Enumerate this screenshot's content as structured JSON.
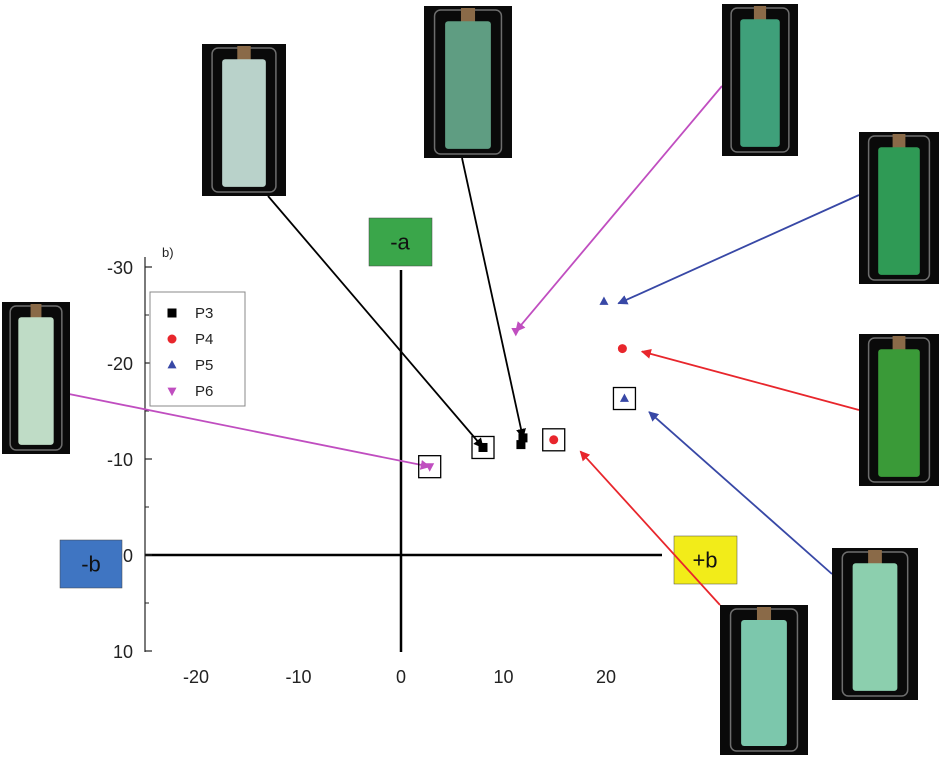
{
  "panel_label": "b)",
  "direction_labels": {
    "neg_a": {
      "text": "-a",
      "color": "#3aa64a"
    },
    "neg_b": {
      "text": "-b",
      "color": "#3f75c2"
    },
    "pos_b": {
      "text": "+b",
      "color": "#f2ec19"
    }
  },
  "colors": {
    "P3": "#000000",
    "P4": "#e8262c",
    "P5": "#3848a6",
    "P6": "#c04ec0"
  },
  "chart_data": {
    "type": "scatter",
    "xlabel": "",
    "ylabel": "",
    "xlim": [
      -25,
      25
    ],
    "ylim": [
      -30,
      10
    ],
    "y_axis_inverted": true,
    "x_ticks": [
      -20,
      -10,
      0,
      10,
      20
    ],
    "y_ticks": [
      -30,
      -20,
      -10,
      0,
      10
    ],
    "legend_position": "top-left",
    "series": [
      {
        "name": "P3",
        "marker": "square",
        "points": [
          [
            8.0,
            -11.2
          ],
          [
            11.7,
            -11.5
          ],
          [
            11.9,
            -12.2
          ]
        ],
        "boxed": [
          0
        ]
      },
      {
        "name": "P4",
        "marker": "circle",
        "points": [
          [
            14.9,
            -12.0
          ],
          [
            21.6,
            -21.5
          ]
        ],
        "boxed": [
          0
        ]
      },
      {
        "name": "P5",
        "marker": "triangle-up",
        "points": [
          [
            21.8,
            -16.3
          ],
          [
            19.8,
            -26.4
          ]
        ],
        "boxed": [
          0
        ]
      },
      {
        "name": "P6",
        "marker": "triangle-down",
        "points": [
          [
            2.8,
            -9.2
          ],
          [
            11.2,
            -23.3
          ]
        ],
        "boxed": [
          0
        ]
      }
    ]
  },
  "photos": [
    {
      "id": "photo-1",
      "series": "P3",
      "target": [
        8.0,
        -11.2
      ],
      "tint": "#b9d2ca"
    },
    {
      "id": "photo-2",
      "series": "P3",
      "target": [
        11.9,
        -12.2
      ],
      "tint": "#5f9d82"
    },
    {
      "id": "photo-3",
      "series": "P6",
      "target": [
        11.2,
        -23.3
      ],
      "tint": "#3fa07a"
    },
    {
      "id": "photo-4",
      "series": "P5",
      "target": [
        21.2,
        -26.2
      ],
      "tint": "#2f9a55"
    },
    {
      "id": "photo-5",
      "series": "P4",
      "target": [
        23.5,
        -21.2
      ],
      "tint": "#3a9a38"
    },
    {
      "id": "photo-6",
      "series": "P5",
      "target": [
        24.2,
        -14.9
      ],
      "tint": "#8ccfae"
    },
    {
      "id": "photo-7",
      "series": "P4",
      "target": [
        17.5,
        -10.8
      ],
      "tint": "#7cc7ac"
    },
    {
      "id": "photo-8",
      "series": "P6",
      "target": [
        2.8,
        -9.2
      ],
      "tint": "#bfdcc6"
    }
  ]
}
